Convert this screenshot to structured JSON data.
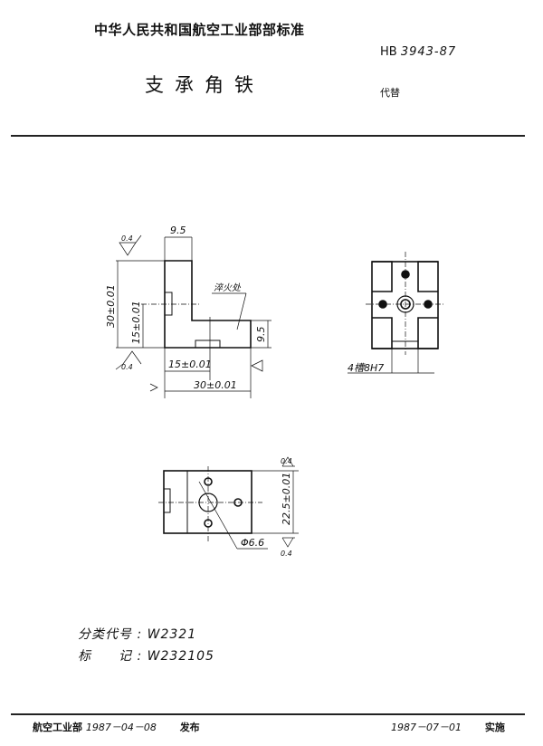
{
  "header": {
    "standard_title": "中华人民共和国航空工业部部标准",
    "doc_prefix": "HB",
    "doc_number": "3943-87",
    "part_name": "支承角铁",
    "replace_label": "代替"
  },
  "drawing": {
    "side_view": {
      "dim_top_width": "9.5",
      "dim_height": "30±0.01",
      "dim_mid_height": "15±0.01",
      "dim_right_height": "9.5",
      "dim_bottom_half": "15±0.01",
      "dim_bottom_width": "30±0.01",
      "roughness": "0.4",
      "note_label": "淬火处"
    },
    "front_view": {
      "slot_label": "4槽8H7"
    },
    "top_view": {
      "dim_height": "22.5±0.01",
      "hole_dia": "Φ6.6",
      "roughness": "0.4"
    }
  },
  "classification": {
    "code_label": "分类代号",
    "code_value": "W2321",
    "mark_label": "标　　记",
    "mark_value": "W232105"
  },
  "footer": {
    "issuer": "航空工业部",
    "issue_date": "1987－04－08",
    "issue_label": "发布",
    "effective_date": "1987－07－01",
    "effective_label": "实施"
  }
}
